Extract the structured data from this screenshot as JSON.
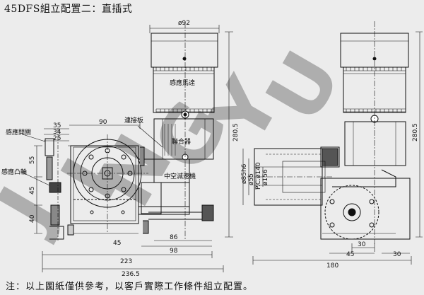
{
  "title": "45DFS組立配置二：直插式",
  "footnote": "注：以上圖紙僅供參考，以客戶實際工作條件組立配置。",
  "watermark": "JINGYU",
  "labels": {
    "motor": "感應馬達",
    "coupling": "聯合器",
    "reducer": "中空減速機",
    "bracket": "連接板",
    "sensor_switch": "感應開關",
    "sensor_cam": "感應凸輪"
  },
  "dimensions": {
    "d92": "ø92",
    "d35": "35",
    "d34": "34",
    "d25": "25",
    "d90": "90",
    "d55": "55",
    "d45a": "45",
    "d40": "40",
    "d45b": "45",
    "d86": "86",
    "d98": "98",
    "d223": "223",
    "d2365": "236.5",
    "d2805a": "280.5",
    "d2805b": "280.5",
    "d85h6": "ø85h6",
    "d55b": "ø55",
    "pcd": "P.C.ø140",
    "d156": "ø156",
    "d180": "180",
    "d30a": "30",
    "d45c": "45",
    "d30b": "30"
  }
}
